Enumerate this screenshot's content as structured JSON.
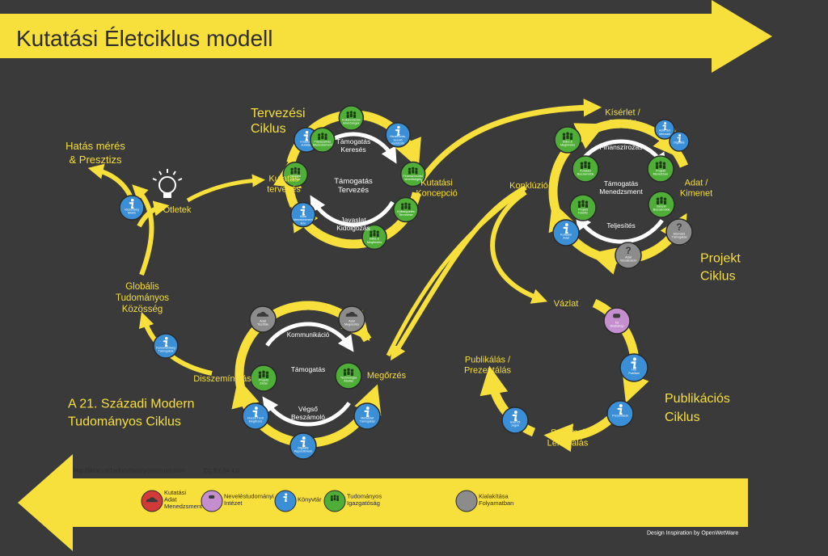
{
  "title": "Kutatási Életciklus modell",
  "colors": {
    "background": "#3a3a3a",
    "yellow": "#f7df3c",
    "blue": "#3b8fd6",
    "green": "#4fae37",
    "gray": "#8c8c8c",
    "purple": "#c58fcf",
    "red": "#d23a3a"
  },
  "cycles": {
    "planning": "Tervezési\nCiklus",
    "project": "Projekt\nCiklus",
    "publication": "Publikációs\nCiklus",
    "modern": "A 21. Századi Modern\nTudományos Ciklus"
  },
  "labels": {
    "impact": "Hatás mérés\n& Presztizs",
    "ideas": "Ötletek",
    "research_planning": "Kutatás\ntervezés",
    "research_concept": "Kutatási\nKoncepció",
    "experiment": "Kísérlet /\nProjekt",
    "data_output": "Adat /\nKimenet",
    "conclusion": "Konklúzió",
    "draft": "Vázlat",
    "publishing": "Publikálás /\nPrezentálás",
    "peer_review": "Szakmai\nLektorálás",
    "global_community": "Globális\nTudományos\nKözösség",
    "dissemination": "Disszemínálás",
    "preservation": "Megőrzés"
  },
  "inner": {
    "planning": [
      "Támogatás\nKeresés",
      "Támogatás\nTervezés",
      "Javaslat\nKidolgozás"
    ],
    "project": [
      "Finanszírozás",
      "Támogatás\nMenedzsment",
      "Teljesítés"
    ],
    "modern": [
      "Kommunikáció",
      "Támogatás",
      "Végső\nBeszámoló"
    ]
  },
  "nodes": {
    "planning": [
      {
        "label": "Irodalom\nkutatás",
        "type": "blue"
      },
      {
        "label": "Kollaborációs\nlehetőségek",
        "type": "green"
      },
      {
        "label": "Hivatkozás-\nkezelő\neszközök",
        "type": "blue"
      },
      {
        "label": "Finanszírozási\nlehetőségek",
        "type": "green"
      },
      {
        "label": "Költségvetés\nTervezése",
        "type": "green"
      },
      {
        "label": "Etika &\nMegfelelés",
        "type": "green"
      },
      {
        "label": "Adat\nMenedzsment\nterv",
        "type": "blue"
      },
      {
        "label": "Kutatási\nKézirat",
        "type": "green"
      },
      {
        "label": "Pályázatírás\nMenedzsment",
        "type": "green"
      }
    ],
    "project": [
      {
        "label": "Etika &\nMegfelelés",
        "type": "green"
      },
      {
        "label": "Adat Set\nMetadat",
        "type": "blue"
      },
      {
        "label": "Digitális",
        "type": "blue"
      },
      {
        "label": "Projekt\nMenedzser",
        "type": "green"
      },
      {
        "label": "Beszél\nBeszámolók",
        "type": "green"
      },
      {
        "label": "Elemzés\nTámogatás",
        "type": "gray"
      },
      {
        "label": "Adat\nVizualizáció",
        "type": "gray"
      },
      {
        "label": "Kutatási\nAdat",
        "type": "blue"
      },
      {
        "label": "Projekt\nFelelős",
        "type": "green"
      },
      {
        "label": "Kutatási\nBeszámolók",
        "type": "green"
      }
    ],
    "publication": [
      {
        "label": "Író\nWorkshop",
        "type": "purple"
      },
      {
        "label": "Hol\nPublikál",
        "type": "blue"
      },
      {
        "label": "Prezentáció",
        "type": "blue"
      },
      {
        "label": "Szerzői\nJogok",
        "type": "blue"
      }
    ],
    "modern": [
      {
        "label": "Adat\nTisztítás",
        "type": "gray"
      },
      {
        "label": "Adat\nMegosztás",
        "type": "gray"
      },
      {
        "label": "Technológia\nÁtadás",
        "type": "green"
      },
      {
        "label": "Metaadat\nTámogatás",
        "type": "blue"
      },
      {
        "label": "Digitális\nRepozitórium",
        "type": "blue"
      },
      {
        "label": "Hozzá Tévő\nMegőrzés",
        "type": "blue"
      },
      {
        "label": "Projekt\nZárás",
        "type": "green"
      }
    ],
    "impact": {
      "label": "Idézettség\nMetrik",
      "type": "blue"
    },
    "community": {
      "label": "Kereshetőség\nTámogatás",
      "type": "blue"
    }
  },
  "legend": [
    {
      "label": "Kutatási\nAdat\nMenedzsment",
      "type": "red"
    },
    {
      "label": "Neveléstudományi\nIntézet",
      "type": "purple"
    },
    {
      "label": "Könyvtár",
      "type": "blue"
    },
    {
      "label": "Tudományos\nIgazgatóság",
      "type": "green"
    },
    {
      "label": "Kialakítása\nFolyamatban",
      "type": "gray"
    }
  ],
  "footer": {
    "url": "http://library.ucf.edu/scholarlycommunication",
    "license": "CC BY-SA 4.0",
    "credit": "Design Inspiration by OpenWetWare"
  }
}
